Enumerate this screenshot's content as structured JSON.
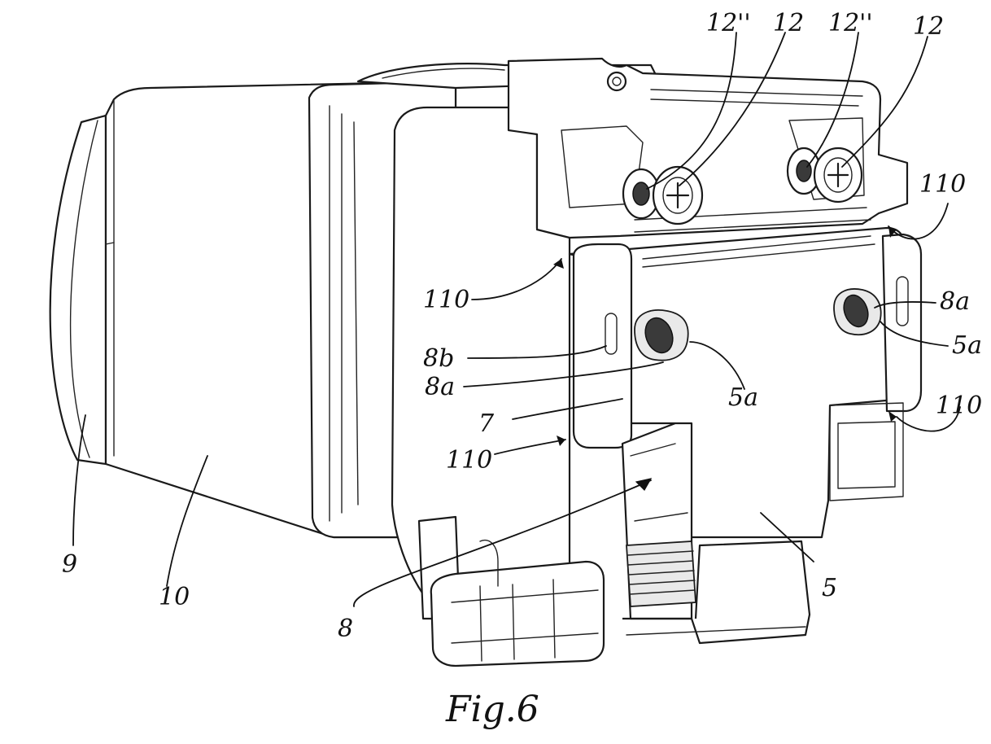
{
  "figure": {
    "caption": "Fig.6",
    "labels": {
      "l_12pp_a": "12''",
      "l_12_a": "12",
      "l_12pp_b": "12''",
      "l_12_b": "12",
      "l_110_right_top": "110",
      "l_110_left_top": "110",
      "l_8a_right": "8a",
      "l_5a_right": "5a",
      "l_8b": "8b",
      "l_8a_left": "8a",
      "l_5a_center": "5a",
      "l_7": "7",
      "l_110_right_bottom": "110",
      "l_110_left_bottom": "110",
      "l_9": "9",
      "l_10": "10",
      "l_8": "8",
      "l_5": "5"
    }
  }
}
